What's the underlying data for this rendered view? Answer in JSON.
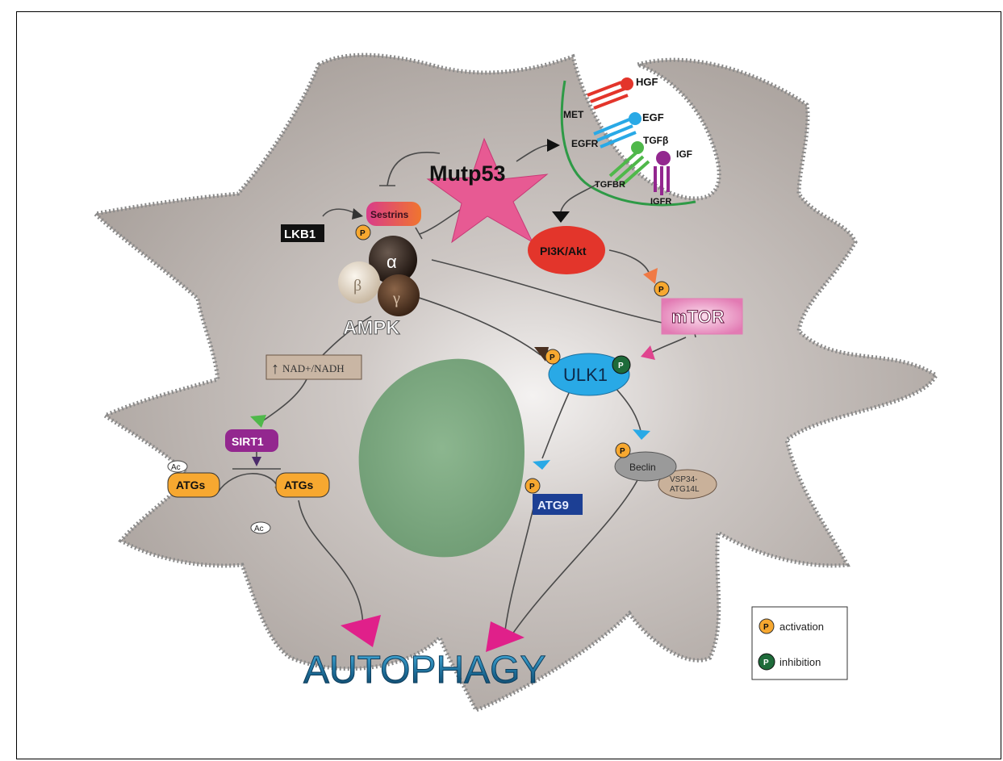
{
  "labels": {
    "mutp53": "Mutp53",
    "lkb1": "LKB1",
    "sestrins": "Sestrins",
    "p": "P",
    "alpha": "α",
    "beta": "β",
    "gamma": "γ",
    "ampk": "AMPK",
    "nad": "NAD+/NADH",
    "sirt1": "SIRT1",
    "atgs": "ATGs",
    "ac": "Ac",
    "pi3k": "PI3K/Akt",
    "mtor": "mTOR",
    "ulk1": "ULK1",
    "atg9": "ATG9",
    "beclin": "Beclin",
    "vsp34_1": "VSP34-",
    "vsp34_2": "ATG14L",
    "autophagy": "AUTOPHAGY",
    "hgf": "HGF",
    "met": "MET",
    "egf": "EGF",
    "egfr": "EGFR",
    "tgfb": "TGFβ",
    "tgfbr": "TGFBR",
    "igf": "IGF",
    "igfr": "IGFR"
  },
  "legend": {
    "activation": "activation",
    "inhibition": "inhibition",
    "p": "P"
  },
  "colors": {
    "cell": "#b8b0ab",
    "nucleus": "#7ea882",
    "pink": "#e0458f",
    "orange": "#f7a830",
    "green_dot": "#1e6b3a",
    "red": "#e3352b",
    "blue": "#29a9e6",
    "purple": "#93278f",
    "navy": "#1c3f94"
  }
}
